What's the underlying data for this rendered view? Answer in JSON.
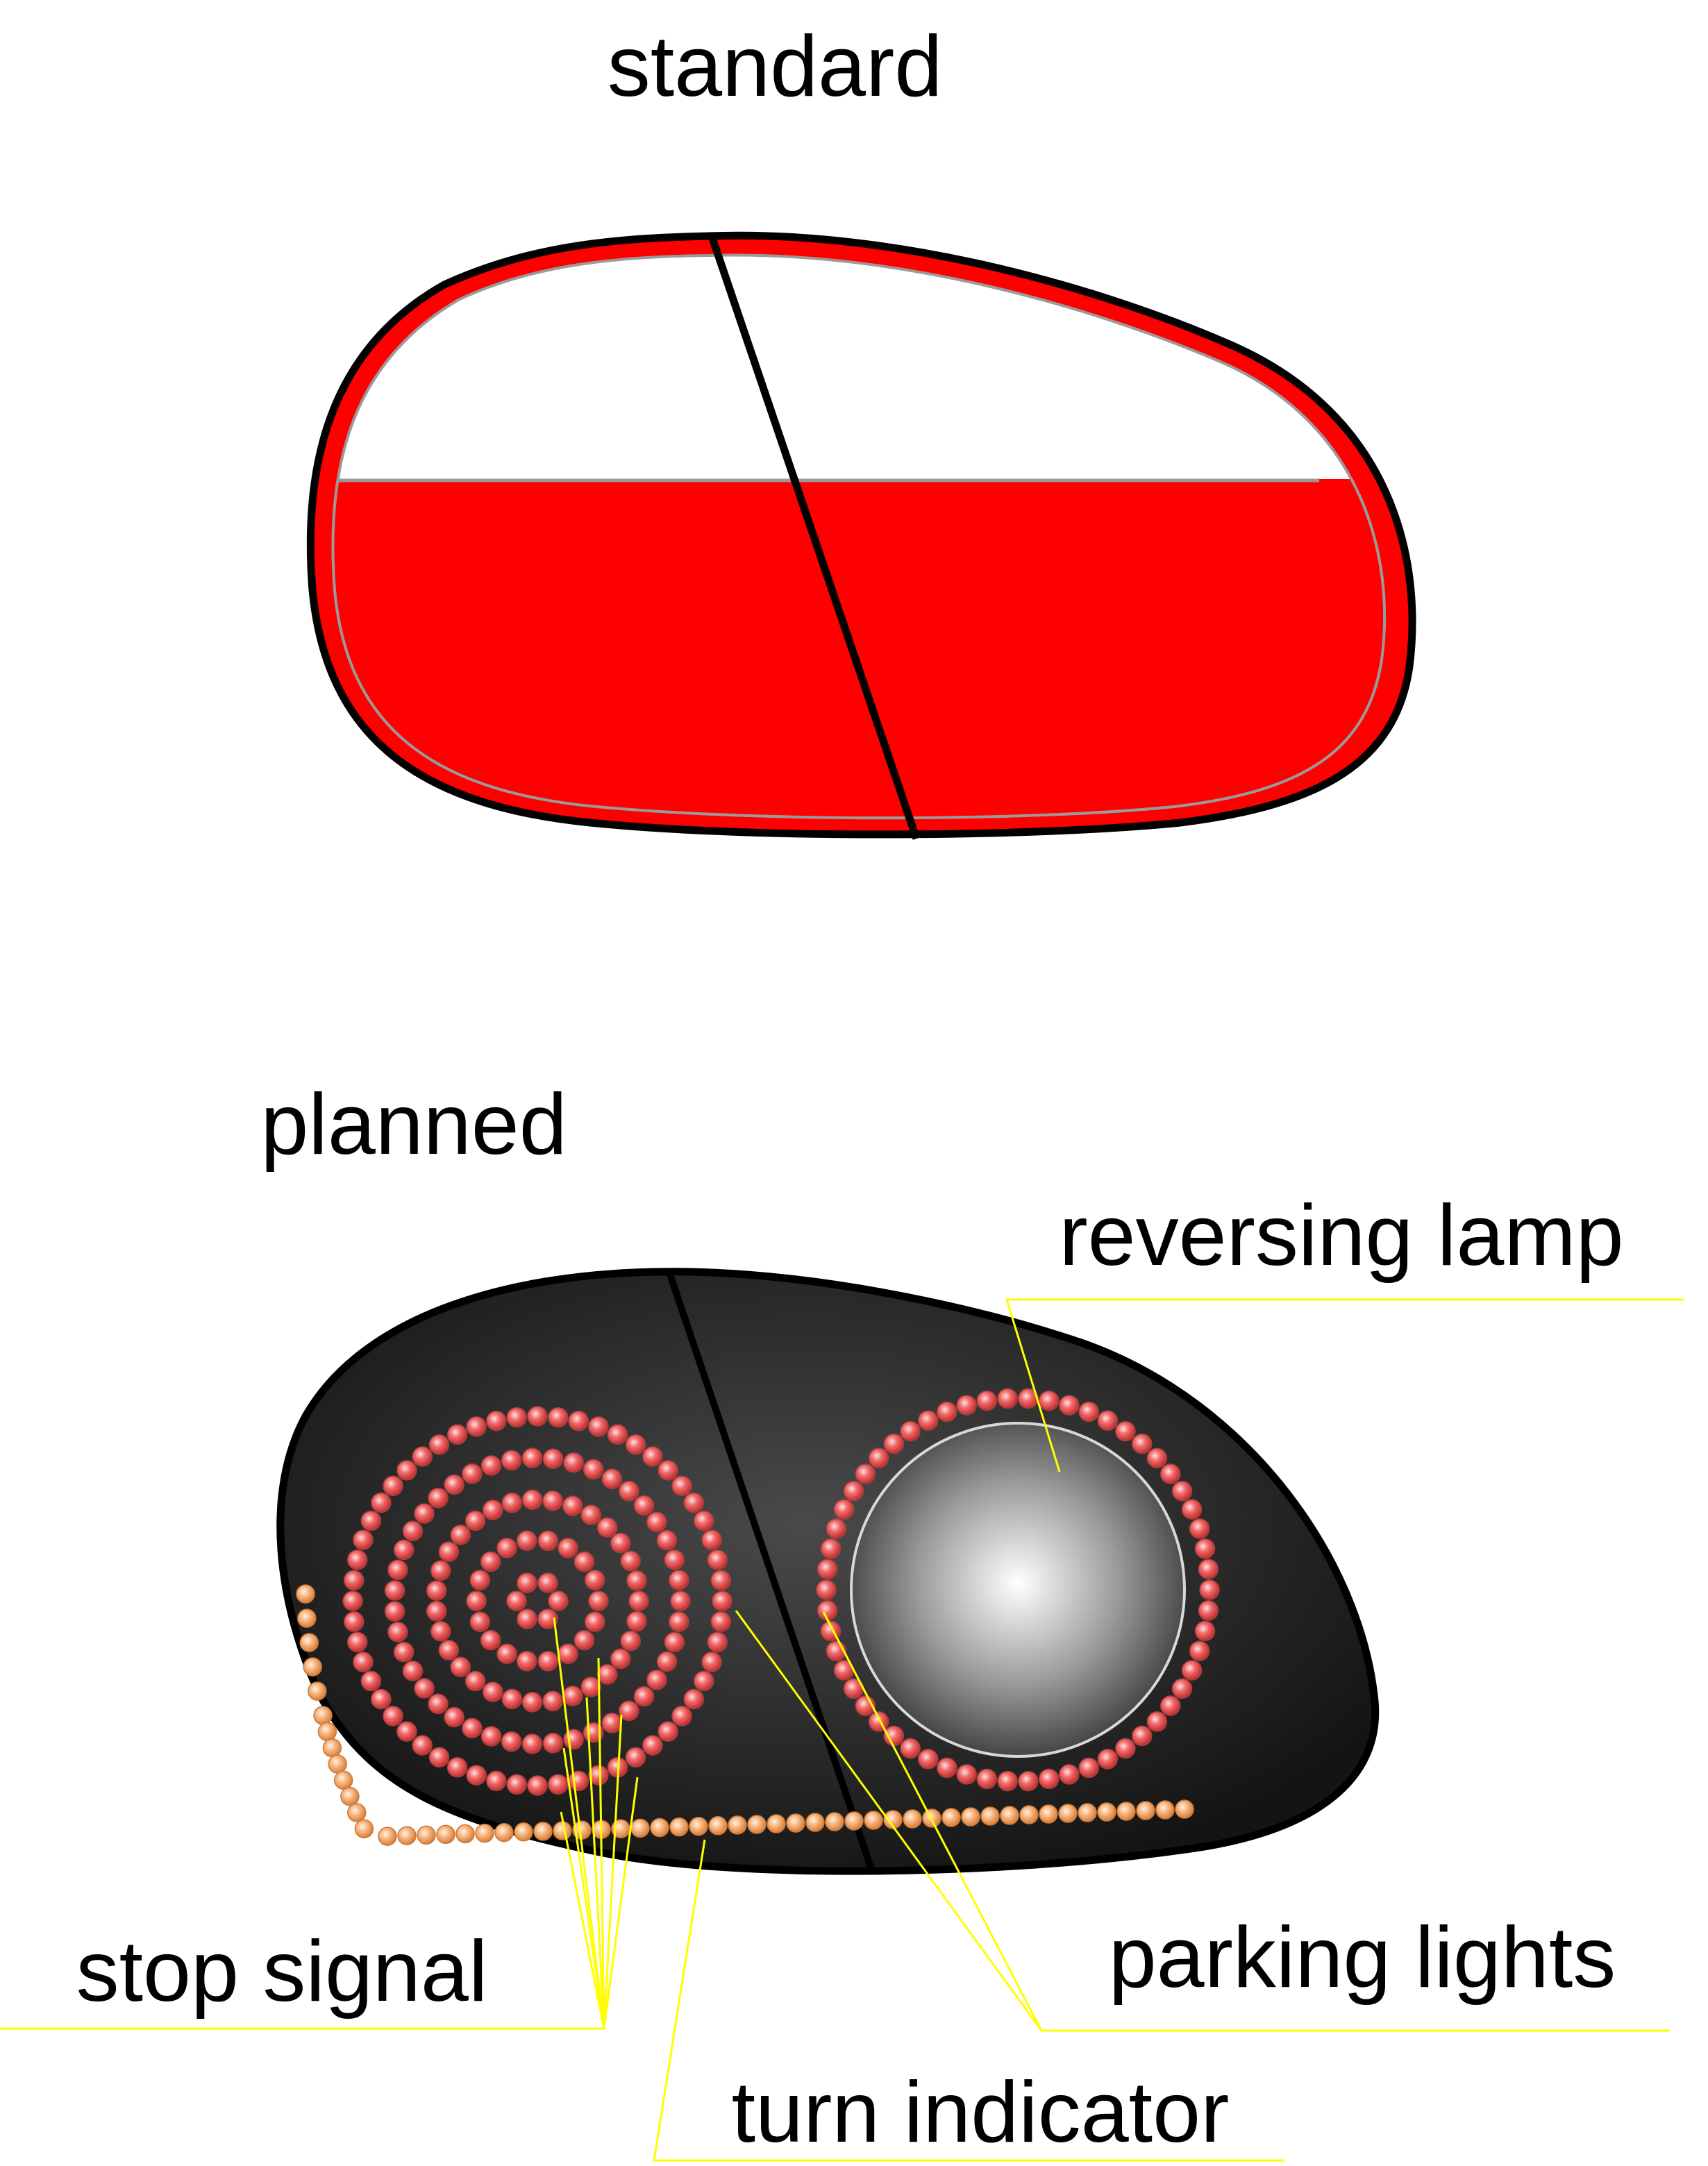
{
  "diagram": {
    "standard_title": "standard",
    "planned_title": "planned",
    "labels": {
      "reversing_lamp": "reversing lamp",
      "parking_lights": "parking lights",
      "stop_signal": "stop signal",
      "turn_indicator": "turn indicator"
    }
  },
  "colors": {
    "lamp_red": "#ff0000",
    "housing_outline": "#000000",
    "dark_housing": "#2a2a2a",
    "red_led": "#f06060",
    "amber_led": "#f8b27a",
    "leader_line": "#ffff00",
    "reversing_lens": "#e8e8e8"
  }
}
